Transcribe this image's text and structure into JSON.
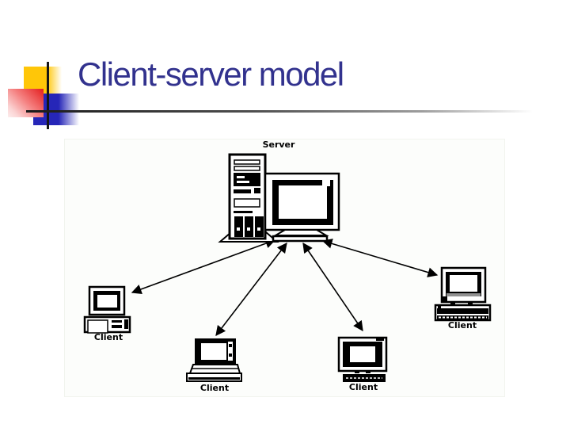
{
  "slide": {
    "title": "Client-server model"
  },
  "diagram": {
    "type": "network-diagram",
    "server_label": "Server",
    "client_labels": [
      "Client",
      "Client",
      "Client",
      "Client"
    ],
    "connections": [
      {
        "from": "server",
        "to": "client-left",
        "bidirectional": true
      },
      {
        "from": "server",
        "to": "client-bottom-left-laptop",
        "bidirectional": true
      },
      {
        "from": "server",
        "to": "client-bottom-right",
        "bidirectional": true
      },
      {
        "from": "server",
        "to": "client-right",
        "bidirectional": true
      }
    ]
  },
  "colors": {
    "title-color": "#32328e",
    "accent-yellow": "#ffc608",
    "accent-red": "#e41e1e",
    "accent-blue": "#2626b8",
    "line-black": "#161616"
  }
}
